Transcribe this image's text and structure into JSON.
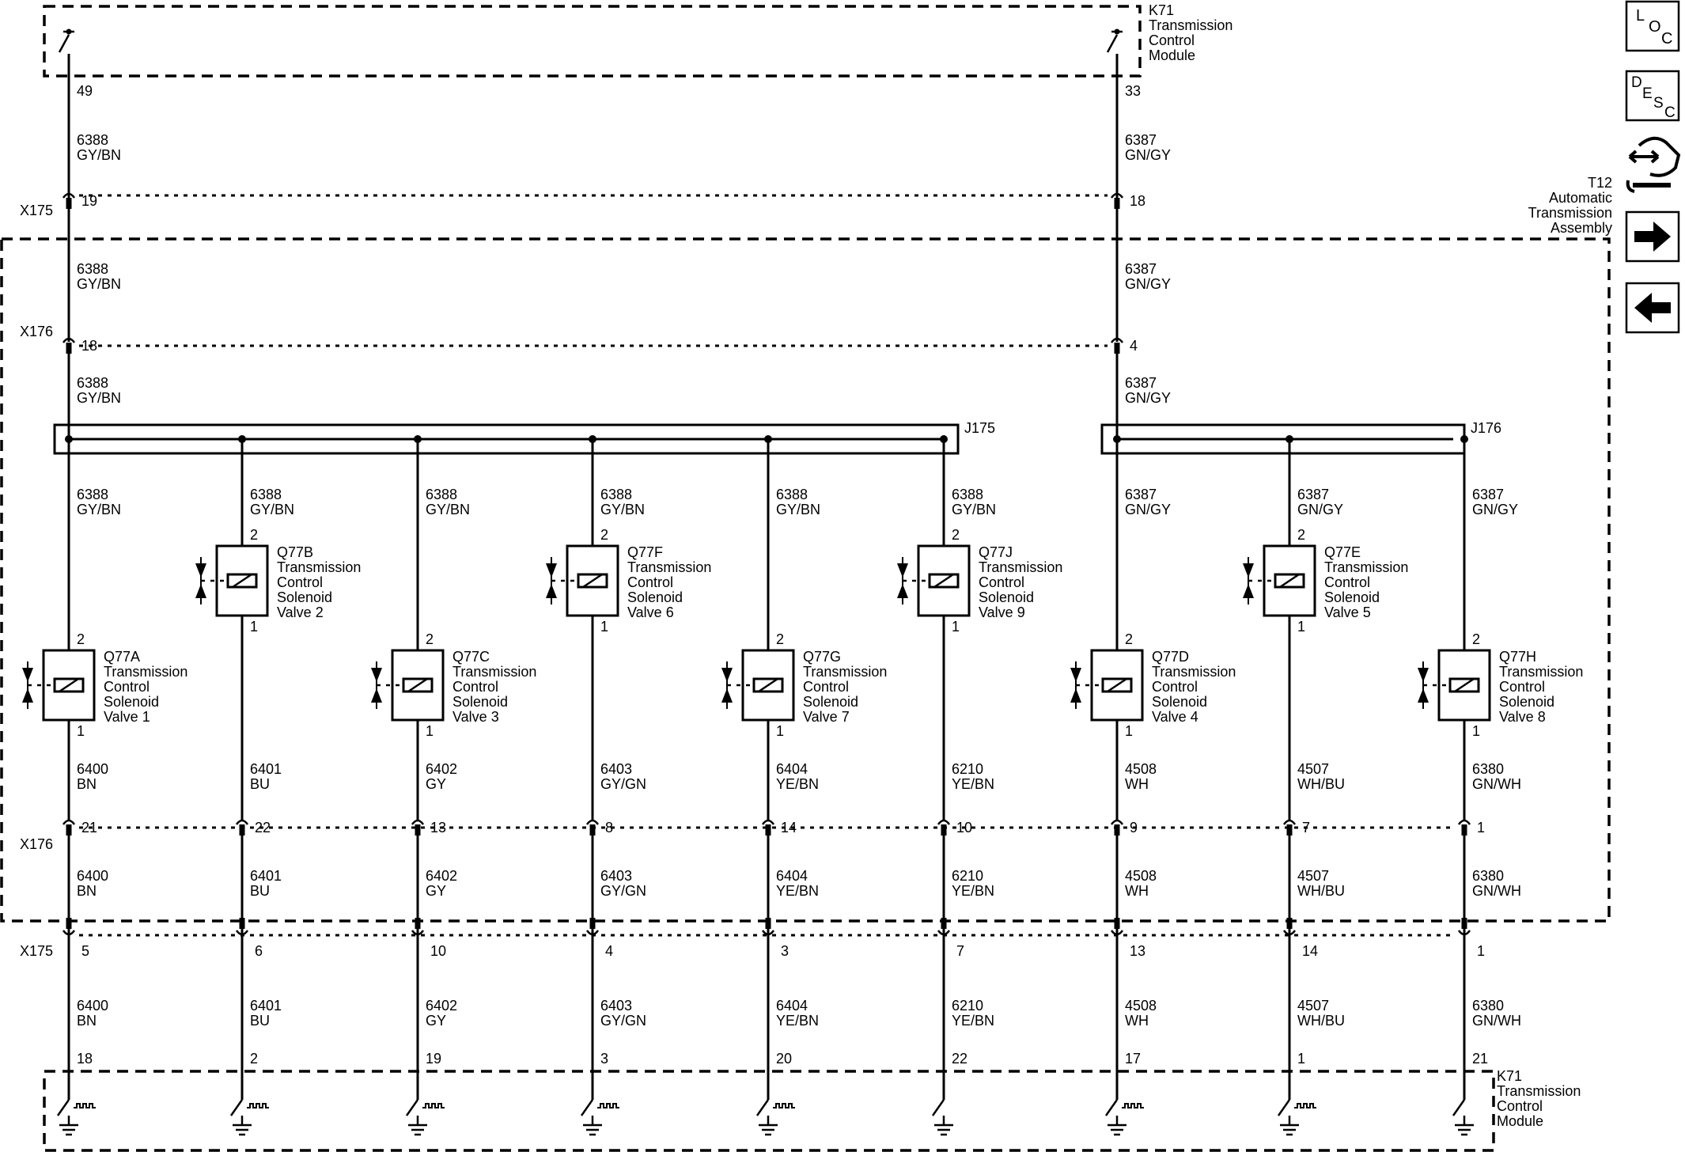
{
  "top_module": {
    "id": "K71",
    "lines": [
      "Transmission",
      "Control",
      "Module"
    ]
  },
  "bottom_module": {
    "id": "K71",
    "lines": [
      "Transmission",
      "Control",
      "Module"
    ]
  },
  "assembly": {
    "id": "T12",
    "lines": [
      "Automatic",
      "Transmission",
      "Assembly"
    ]
  },
  "icons": [
    {
      "name": "loc-icon",
      "letters": [
        "L",
        "O",
        "C"
      ]
    },
    {
      "name": "desc-icon",
      "letters": [
        "D",
        "E",
        "S",
        "C"
      ]
    },
    {
      "name": "connector-view-icon"
    },
    {
      "name": "next-page-arrow-icon"
    },
    {
      "name": "previous-page-arrow-icon"
    }
  ],
  "feeds": [
    {
      "tcm_pin": "49",
      "circuit": "6388",
      "color": "GY/BN",
      "x175_pin": "19",
      "x176_pin": "18",
      "splice": "J175"
    },
    {
      "tcm_pin": "33",
      "circuit": "6387",
      "color": "GN/GY",
      "x175_pin": "18",
      "x176_pin": "4",
      "splice": "J176"
    }
  ],
  "connector_labels": {
    "x175": "X175",
    "x176": "X176",
    "j175": "J175",
    "j176": "J176"
  },
  "solenoids": [
    {
      "id": "Q77A",
      "lines": [
        "Transmission",
        "Control",
        "Solenoid",
        "Valve 1"
      ],
      "pin_top": "2",
      "pin_bottom": "1",
      "supply_circuit": "6388",
      "supply_color": "GY/BN",
      "circuit": "6400",
      "color": "BN",
      "x176_pin": "21",
      "x175_pin": "5",
      "tcm_pin": "18"
    },
    {
      "id": "Q77B",
      "lines": [
        "Transmission",
        "Control",
        "Solenoid",
        "Valve 2"
      ],
      "pin_top": "2",
      "pin_bottom": "1",
      "supply_circuit": "6388",
      "supply_color": "GY/BN",
      "circuit": "6401",
      "color": "BU",
      "x176_pin": "22",
      "x175_pin": "6",
      "tcm_pin": "2"
    },
    {
      "id": "Q77C",
      "lines": [
        "Transmission",
        "Control",
        "Solenoid",
        "Valve 3"
      ],
      "pin_top": "2",
      "pin_bottom": "1",
      "supply_circuit": "6388",
      "supply_color": "GY/BN",
      "circuit": "6402",
      "color": "GY",
      "x176_pin": "13",
      "x175_pin": "10",
      "tcm_pin": "19"
    },
    {
      "id": "Q77F",
      "lines": [
        "Transmission",
        "Control",
        "Solenoid",
        "Valve 6"
      ],
      "pin_top": "2",
      "pin_bottom": "1",
      "supply_circuit": "6388",
      "supply_color": "GY/BN",
      "circuit": "6403",
      "color": "GY/GN",
      "x176_pin": "8",
      "x175_pin": "4",
      "tcm_pin": "3"
    },
    {
      "id": "Q77G",
      "lines": [
        "Transmission",
        "Control",
        "Solenoid",
        "Valve 7"
      ],
      "pin_top": "2",
      "pin_bottom": "1",
      "supply_circuit": "6388",
      "supply_color": "GY/BN",
      "circuit": "6404",
      "color": "YE/BN",
      "x176_pin": "14",
      "x175_pin": "3",
      "tcm_pin": "20"
    },
    {
      "id": "Q77J",
      "lines": [
        "Transmission",
        "Control",
        "Solenoid",
        "Valve 9"
      ],
      "pin_top": "2",
      "pin_bottom": "1",
      "supply_circuit": "6388",
      "supply_color": "GY/BN",
      "circuit": "6210",
      "color": "YE/BN",
      "x176_pin": "10",
      "x175_pin": "7",
      "tcm_pin": "22"
    },
    {
      "id": "Q77D",
      "lines": [
        "Transmission",
        "Control",
        "Solenoid",
        "Valve 4"
      ],
      "pin_top": "2",
      "pin_bottom": "1",
      "supply_circuit": "6387",
      "supply_color": "GN/GY",
      "circuit": "4508",
      "color": "WH",
      "x176_pin": "9",
      "x175_pin": "13",
      "tcm_pin": "17"
    },
    {
      "id": "Q77E",
      "lines": [
        "Transmission",
        "Control",
        "Solenoid",
        "Valve 5"
      ],
      "pin_top": "2",
      "pin_bottom": "1",
      "supply_circuit": "6387",
      "supply_color": "GN/GY",
      "circuit": "4507",
      "color": "WH/BU",
      "x176_pin": "7",
      "x175_pin": "14",
      "tcm_pin": "1"
    },
    {
      "id": "Q77H",
      "lines": [
        "Transmission",
        "Control",
        "Solenoid",
        "Valve 8"
      ],
      "pin_top": "2",
      "pin_bottom": "1",
      "supply_circuit": "6387",
      "supply_color": "GN/GY",
      "circuit": "6380",
      "color": "GN/WH",
      "x176_pin": "1",
      "x175_pin": "1",
      "tcm_pin": "21"
    }
  ]
}
